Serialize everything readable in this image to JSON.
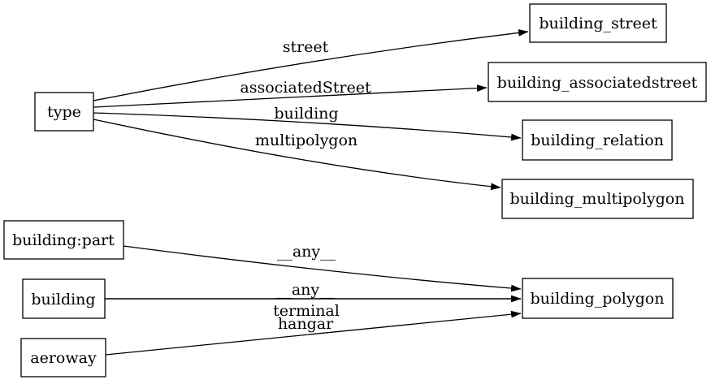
{
  "diagram": {
    "type": "directed-graph",
    "background_color": "#ffffff",
    "node_fill_color": "#ffffff",
    "node_border_color": "#000000",
    "edge_color": "#000000",
    "text_color": "#000000",
    "nodes": [
      {
        "id": "type",
        "label": "type"
      },
      {
        "id": "building_street",
        "label": "building_street"
      },
      {
        "id": "building_associatedstreet",
        "label": "building_associatedstreet"
      },
      {
        "id": "building_relation",
        "label": "building_relation"
      },
      {
        "id": "building_multipolygon",
        "label": "building_multipolygon"
      },
      {
        "id": "building:part",
        "label": "building:part"
      },
      {
        "id": "building",
        "label": "building"
      },
      {
        "id": "aeroway",
        "label": "aeroway"
      },
      {
        "id": "building_polygon",
        "label": "building_polygon"
      }
    ],
    "edges": [
      {
        "from": "type",
        "to": "building_street",
        "label": "street"
      },
      {
        "from": "type",
        "to": "building_associatedstreet",
        "label": "associatedStreet"
      },
      {
        "from": "type",
        "to": "building_relation",
        "label": "building"
      },
      {
        "from": "type",
        "to": "building_multipolygon",
        "label": "multipolygon"
      },
      {
        "from": "building:part",
        "to": "building_polygon",
        "label": "__any__"
      },
      {
        "from": "building",
        "to": "building_polygon",
        "label": "__any__"
      },
      {
        "from": "aeroway",
        "to": "building_polygon",
        "label": "terminal\nhangar",
        "label_lines": [
          "terminal",
          "hangar"
        ]
      }
    ]
  }
}
